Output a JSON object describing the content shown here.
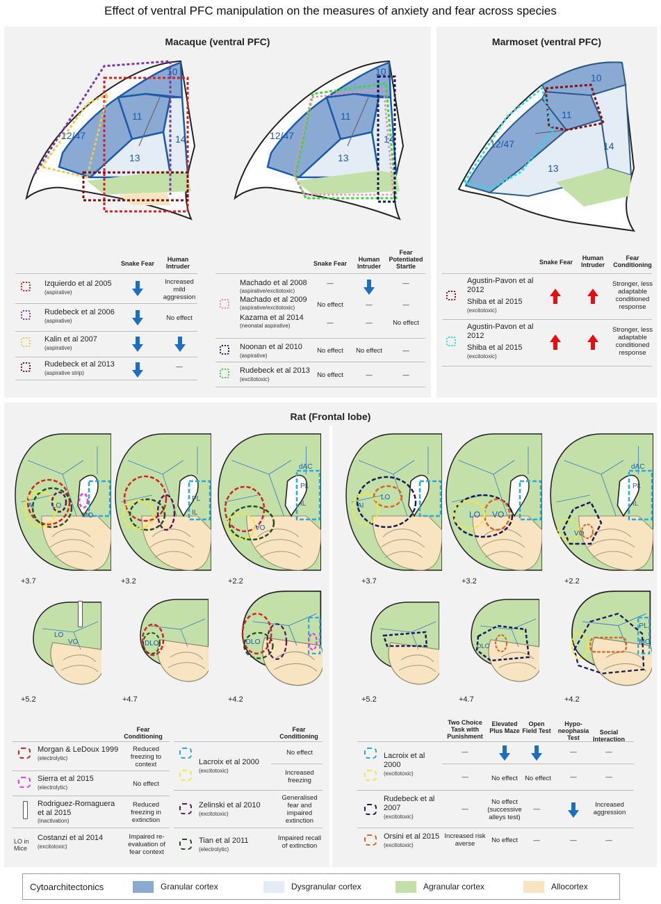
{
  "title": "Effect of ventral PFC manipulation on the measures of anxiety and fear across species",
  "macaque": {
    "title": "Macaque (ventral PFC)",
    "regions": [
      "10",
      "11",
      "12/47",
      "13",
      "14"
    ],
    "left_table": {
      "headers": [
        "Snake Fear",
        "Human Intruder"
      ],
      "rows": [
        {
          "name": "Izquierdo et al 2005",
          "sub": "(aspirative)",
          "color": "#d92020",
          "snake": "down",
          "intruder_text": "Increased mild aggression"
        },
        {
          "name": "Rudebeck et al 2006",
          "sub": "(aspirative)",
          "color": "#7a3aa8",
          "snake": "down",
          "intruder_text": "No effect"
        },
        {
          "name": "Kalin et al 2007",
          "sub": "(aspirative)",
          "color": "#f5c842",
          "snake": "down",
          "intruder": "down"
        },
        {
          "name": "Rudebeck et al 2013",
          "sub": "(aspirative strip)",
          "color": "#7a1010",
          "snake": "down",
          "intruder_text": "—"
        }
      ]
    },
    "right_table": {
      "headers": [
        "Snake Fear",
        "Human Intruder",
        "Fear Potentiated Startle"
      ],
      "group1": {
        "color": "#f28aa8",
        "lines": [
          {
            "name": "Machado et al 2008",
            "sub": "(aspirative/excitotoxic)",
            "snake": "—",
            "intruder": "down",
            "startle": "—"
          },
          {
            "name": "Machado et al 2009",
            "sub": "(aspirative/excitotoxic)",
            "snake": "No effect",
            "intruder": "—",
            "startle": "—"
          },
          {
            "name": "Kazama et al 2014",
            "sub": "(neonatal aspirative)",
            "snake": "—",
            "intruder": "—",
            "startle": "No effect"
          }
        ]
      },
      "rows": [
        {
          "name": "Noonan et al 2010",
          "sub": "(aspirative)",
          "color": "#1a1a5a",
          "snake": "No effect",
          "intruder": "No effect",
          "startle": "—"
        },
        {
          "name": "Rudebeck et al 2013",
          "sub": "(excitotoxic)",
          "color": "#3ad83a",
          "snake": "No effect",
          "intruder": "—",
          "startle": "—"
        }
      ]
    }
  },
  "marmoset": {
    "title": "Marmoset (ventral PFC)",
    "regions": [
      "10",
      "11",
      "12/47",
      "13",
      "14"
    ],
    "headers": [
      "Snake Fear",
      "Human Intruder",
      "Fear Conditioning"
    ],
    "rows": [
      {
        "name": "Agustin-Pavon et al 2012",
        "name2": "Shiba et al 2015",
        "sub": "(excitotoxic)",
        "color": "#8a1010",
        "snake": "up",
        "intruder": "up",
        "fear": "Stronger, less adaptable conditioned response"
      },
      {
        "name": "Agustin-Pavon et al 2012",
        "name2": "Shiba et al 2015",
        "sub": "(excitotoxic)",
        "color": "#30d8e8",
        "snake": "up",
        "intruder": "up",
        "fear": "Stronger, less adaptable conditioned response"
      }
    ]
  },
  "rat": {
    "title": "Rat (Frontal lobe)",
    "coords_left": [
      "+3.7",
      "+3.2",
      "+2.2",
      "+5.2",
      "+4.7",
      "+4.2"
    ],
    "coords_right": [
      "+3.7",
      "+3.2",
      "+2.2",
      "+5.2",
      "+4.7",
      "+4.2"
    ],
    "area_labels": {
      "ai": "AI",
      "lo": "LO",
      "vo": "VO",
      "mo": "MO",
      "pl": "PL",
      "il": "IL",
      "dac": "dAC",
      "dlo": "DLO"
    },
    "left_table": {
      "header": "Fear Conditioning",
      "col1": [
        {
          "name": "Morgan & LeDoux 1999",
          "sub": "(electrolytic)",
          "color": "#d92020",
          "effect": "Reduced freezing to context"
        },
        {
          "name": "Sierra et al 2015",
          "sub": "(electrolytic)",
          "color": "#e040e0",
          "effect": "No effect"
        },
        {
          "name": "Rodriguez-Romaguera et al 2015",
          "sub": "(inactivation)",
          "color": "stick",
          "effect": "Reduced freezing in extinction"
        },
        {
          "name": "Costanzi et al 2014",
          "sub": "(excitotoxic)",
          "tag": "LO in Mice",
          "effect": "Impaired re-evaluation of fear context"
        }
      ],
      "col2": [
        {
          "name": "Lacroix et al 2000",
          "sub": "(excitotoxic)",
          "color": "#2aa8e0",
          "effect": "No effect"
        },
        {
          "color": "#f0e840",
          "effect": "Increased freezing"
        },
        {
          "name": "Zelinski et al 2010",
          "sub": "(excitotoxic)",
          "color": "#5a1a5a",
          "effect": "Generalised fear and impaired extinction"
        },
        {
          "name": "Tian et al 2011",
          "sub": "(electrolytic)",
          "color": "#2a4a20",
          "effect": "Impaired recall of extinction"
        }
      ]
    },
    "right_table": {
      "headers": [
        "Two Choice Task with Punishment",
        "Elevated Plus Maze",
        "Open Field Test",
        "Hypo-neophasia Test",
        "Social Interaction"
      ],
      "rows": [
        {
          "name": "Lacroix et al 2000",
          "sub": "(excitotoxic)",
          "color": "#2aa8e0",
          "cells": [
            "—",
            "down",
            "down",
            "—",
            "—"
          ]
        },
        {
          "color": "#f0e840",
          "cells": [
            "—",
            "No effect",
            "No effect",
            "—",
            "—"
          ]
        },
        {
          "name": "Rudebeck et al 2007",
          "sub": "(excitotoxic)",
          "color": "#1a1a5a",
          "cells": [
            "—",
            "No effect (successive alleys test)",
            "—",
            "down",
            "Increased aggression"
          ]
        },
        {
          "name": "Orsini et al 2015",
          "sub": "(excitotoxic)",
          "color": "#e06020",
          "cells": [
            "Increased risk averse",
            "No effect",
            "—",
            "—",
            "—"
          ]
        }
      ]
    }
  },
  "legend": {
    "title": "Cytoarchitectonics",
    "items": [
      {
        "label": "Granular cortex",
        "color": "#8aaad4"
      },
      {
        "label": "Dysgranular cortex",
        "color": "#e4ecf6"
      },
      {
        "label": "Agranular cortex",
        "color": "#c2e0a8"
      },
      {
        "label": "Allocortex",
        "color": "#f8e4c0"
      }
    ]
  }
}
